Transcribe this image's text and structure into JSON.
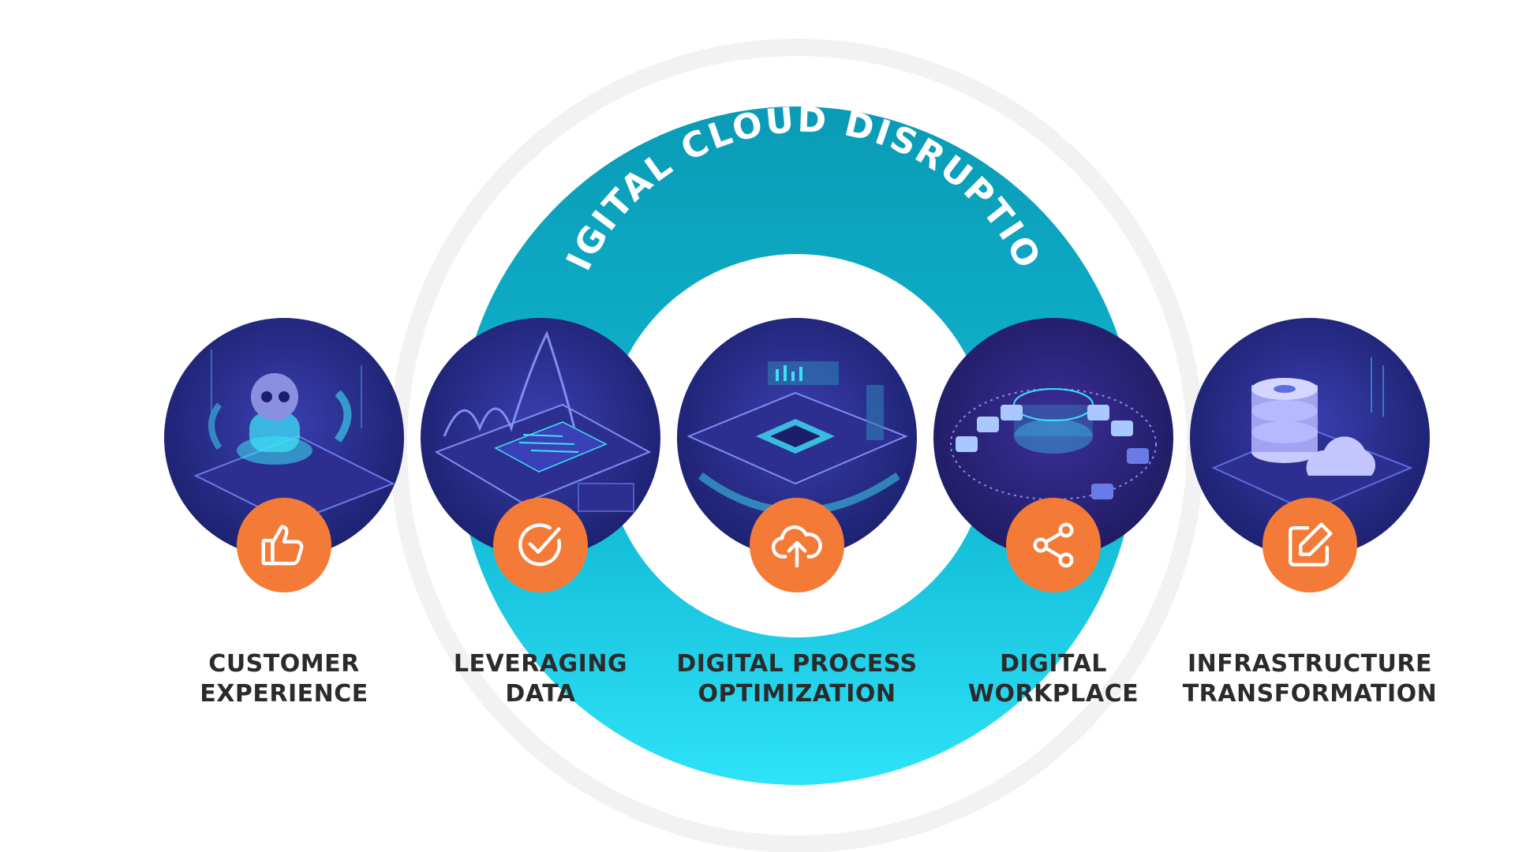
{
  "diagram": {
    "title": "DIGITAL CLOUD DISRUPTION",
    "colors": {
      "ring_top": "#0a9bb5",
      "ring_bottom": "#27dbf5",
      "halo": "#f1f1f1",
      "disc_dark": "#1b1f6b",
      "disc_mid": "#2b2f96",
      "glow": "#3ee0f5",
      "badge": "#f47a38",
      "label": "#2b2b2b"
    },
    "pillars": [
      {
        "label_line1": "CUSTOMER",
        "label_line2": "EXPERIENCE",
        "icon": "thumbs-up-icon"
      },
      {
        "label_line1": "LEVERAGING",
        "label_line2": "DATA",
        "icon": "check-circle-icon"
      },
      {
        "label_line1": "DIGITAL PROCESS",
        "label_line2": "OPTIMIZATION",
        "icon": "cloud-upload-icon"
      },
      {
        "label_line1": "DIGITAL",
        "label_line2": "WORKPLACE",
        "icon": "share-icon"
      },
      {
        "label_line1": "INFRASTRUCTURE",
        "label_line2": "TRANSFORMATION",
        "icon": "edit-icon"
      }
    ]
  }
}
